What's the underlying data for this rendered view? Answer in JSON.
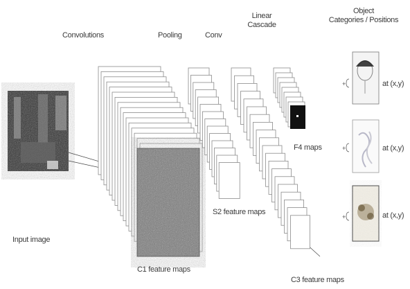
{
  "labels": {
    "convolutions": "Convolutions",
    "pooling": "Pooling",
    "conv": "Conv",
    "linear_cascade": "Linear\nCascade",
    "object_categories": "Object\nCategories / Positions",
    "input_image": "Input image",
    "c1_feature_maps": "C1 feature maps",
    "s2_feature_maps": "S2 feature maps",
    "f4_maps": "F4 maps",
    "c3_feature_maps": "C3 feature maps"
  },
  "outputs": [
    {
      "label": "at (x,y)"
    },
    {
      "label": "at (x,y)"
    },
    {
      "label": "at (x,y)"
    }
  ],
  "colors": {
    "stack_fill": "#ffffff",
    "stack_stroke": "#8a8a8a",
    "image_dark": "#2e2e2e",
    "image_mid": "#7a7a7a",
    "label_text": "#3a3a3a"
  }
}
